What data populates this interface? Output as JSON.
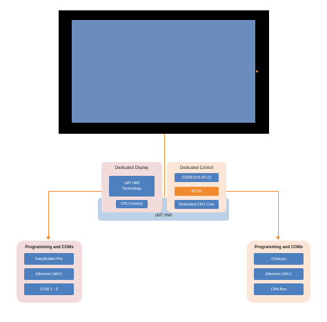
{
  "monitor": {
    "screen_color": "#6a8cbf",
    "frame_color": "#000000",
    "indicator_color": "#f28a2e"
  },
  "hmi": {
    "label": "cMT HMI",
    "display_panel": {
      "title": "Dedicated Display",
      "blocks": [
        "cMT HMI Technology",
        "CPU Core(s)"
      ]
    },
    "control_panel": {
      "title": "Dedicated Control",
      "blocks": [
        "CODESYS (PLC)",
        "RTOS",
        "Dedicated CPU Core"
      ]
    }
  },
  "left_panel": {
    "title": "Programming and COMs",
    "items": [
      "EasyBuilder Pro",
      "Ethernet LAN-2",
      "COM 1 - 3"
    ]
  },
  "right_panel": {
    "title": "Programming and COMs",
    "items": [
      "Codesys",
      "Ethernet LAN-1",
      "CAN Bus"
    ]
  },
  "colors": {
    "block_blue": "#4e7fbf",
    "accent_orange": "#f28a2e",
    "pink_panel": "#f2dcdb",
    "peach_panel": "#fbe5d6",
    "hmi_base": "#bcd0e8"
  }
}
